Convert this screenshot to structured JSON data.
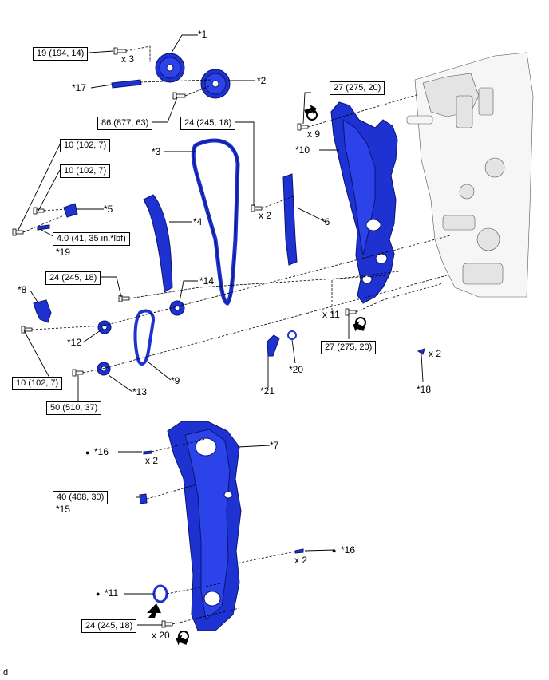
{
  "callouts": {
    "c1": "*1",
    "c2": "*2",
    "c3": "*3",
    "c4": "*4",
    "c5": "*5",
    "c6": "*6",
    "c7": "*7",
    "c8": "*8",
    "c9": "*9",
    "c10": "*10",
    "c11": "*11",
    "c12": "*12",
    "c13": "*13",
    "c14": "*14",
    "c15": "*15",
    "c16a": "*16",
    "c16b": "*16",
    "c17": "*17",
    "c18": "*18",
    "c19": "*19",
    "c20": "*20",
    "c21": "*21"
  },
  "torque": {
    "t1": "19 (194, 14)",
    "t2": "86 (877, 63)",
    "t3": "24 (245, 18)",
    "t4": "27 (275, 20)",
    "t5": "10 (102, 7)",
    "t6": "10 (102, 7)",
    "t7": "4.0 (41, 35 in.*lbf)",
    "t8": "24 (245, 18)",
    "t9": "10 (102, 7)",
    "t10": "50 (510, 37)",
    "t11": "27 (275, 20)",
    "t12": "40 (408, 30)",
    "t13": "24 (245, 18)"
  },
  "quantities": {
    "q1": "x 3",
    "q2": "x 2",
    "q3": "x 9",
    "q4": "x 11",
    "q5": "x 2",
    "q6": "x 2",
    "q7": "x 2",
    "q8": "x 20"
  },
  "bullets": {
    "b1": "●",
    "b2": "●",
    "b3": "●"
  },
  "figure_code": "d",
  "colors": {
    "part_blue": "#1e32d2",
    "part_outline": "#0a1570"
  },
  "icons": [
    "bolt-icon",
    "torque-symbol-icon",
    "apply-sealant-arrow-icon"
  ]
}
